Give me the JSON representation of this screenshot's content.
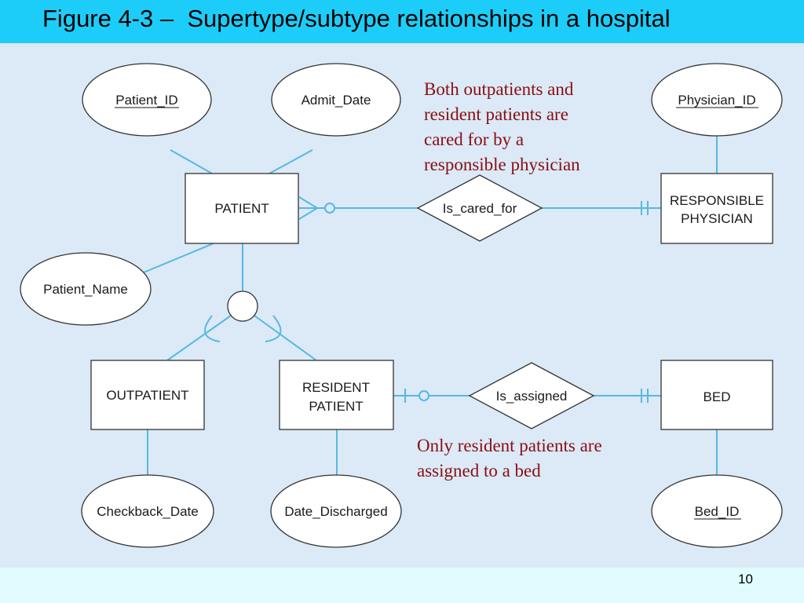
{
  "slide": {
    "title": "Figure 4-3 –  Supertype/subtype relationships in a hospital",
    "page_number": "10"
  },
  "entities": {
    "patient": "PATIENT",
    "responsible_physician": [
      "RESPONSIBLE",
      "PHYSICIAN"
    ],
    "outpatient": "OUTPATIENT",
    "resident_patient": [
      "RESIDENT",
      "PATIENT"
    ],
    "bed": "BED"
  },
  "attributes": {
    "patient_id": "Patient_ID",
    "admit_date": "Admit_Date",
    "patient_name": "Patient_Name",
    "physician_id": "Physician_ID",
    "checkback_date": "Checkback_Date",
    "date_discharged": "Date_Discharged",
    "bed_id": "Bed_ID"
  },
  "relationships": {
    "is_cared_for": "Is_cared_for",
    "is_assigned": "Is_assigned"
  },
  "notes": {
    "physician": [
      "Both outpatients and",
      "resident patients are",
      "cared for by a",
      "responsible physician"
    ],
    "bed": [
      "Only resident patients are",
      "assigned to a bed"
    ]
  },
  "colors": {
    "title_bar": "#1ccdf9",
    "slide_background": "#e0fcfe",
    "diagram_background": "#dbeaf6",
    "connector_lines": "#58b7e3",
    "note_text": "#8b0d13"
  }
}
